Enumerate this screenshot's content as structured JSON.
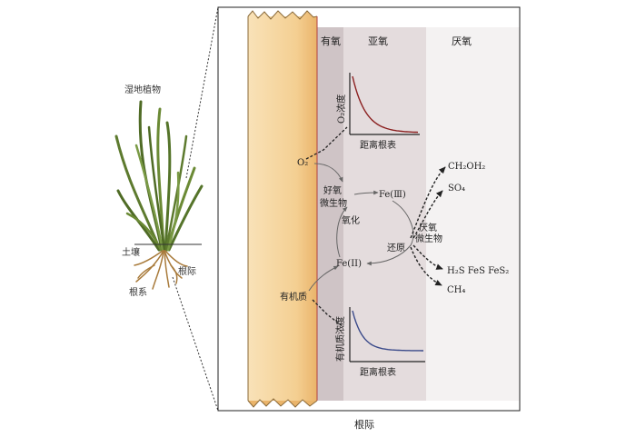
{
  "plant": {
    "title": "湿地植物",
    "soil": "土壤",
    "rhizosphere": "根际",
    "root_system": "根系"
  },
  "zones": {
    "oxic": "有氧",
    "suboxic": "亚氧",
    "anoxic": "厌氧"
  },
  "panel_caption": "根际",
  "o2_plot": {
    "ylabel": "O₂浓度",
    "xlabel": "距离根表",
    "curve_color": "#8b2020"
  },
  "om_plot": {
    "ylabel": "有机质浓度",
    "xlabel": "距离根表",
    "curve_color": "#3a4a8a"
  },
  "cycle": {
    "o2": "O₂",
    "aerobic_1": "好氧",
    "aerobic_2": "微生物",
    "fe3": "Fe(Ⅲ)",
    "oxidation": "氧化",
    "reduction": "还原",
    "fe2": "Fe(II)",
    "organic_matter": "有机质",
    "anaerobic_1": "厌氧",
    "anaerobic_2": "微生物"
  },
  "products": {
    "ch2o": "CH₂OH₂",
    "so4": "SO₄",
    "sulfides": "H₂S FeS FeS₂",
    "ch4": "CH₄"
  },
  "colors": {
    "root_light": "#f8ddb0",
    "root_dark": "#e9b46a",
    "oxic": "#cfc4c6",
    "suboxic": "#e4dcdd",
    "anoxic": "#f4f2f2",
    "plant_green": "#5d7a2e"
  }
}
